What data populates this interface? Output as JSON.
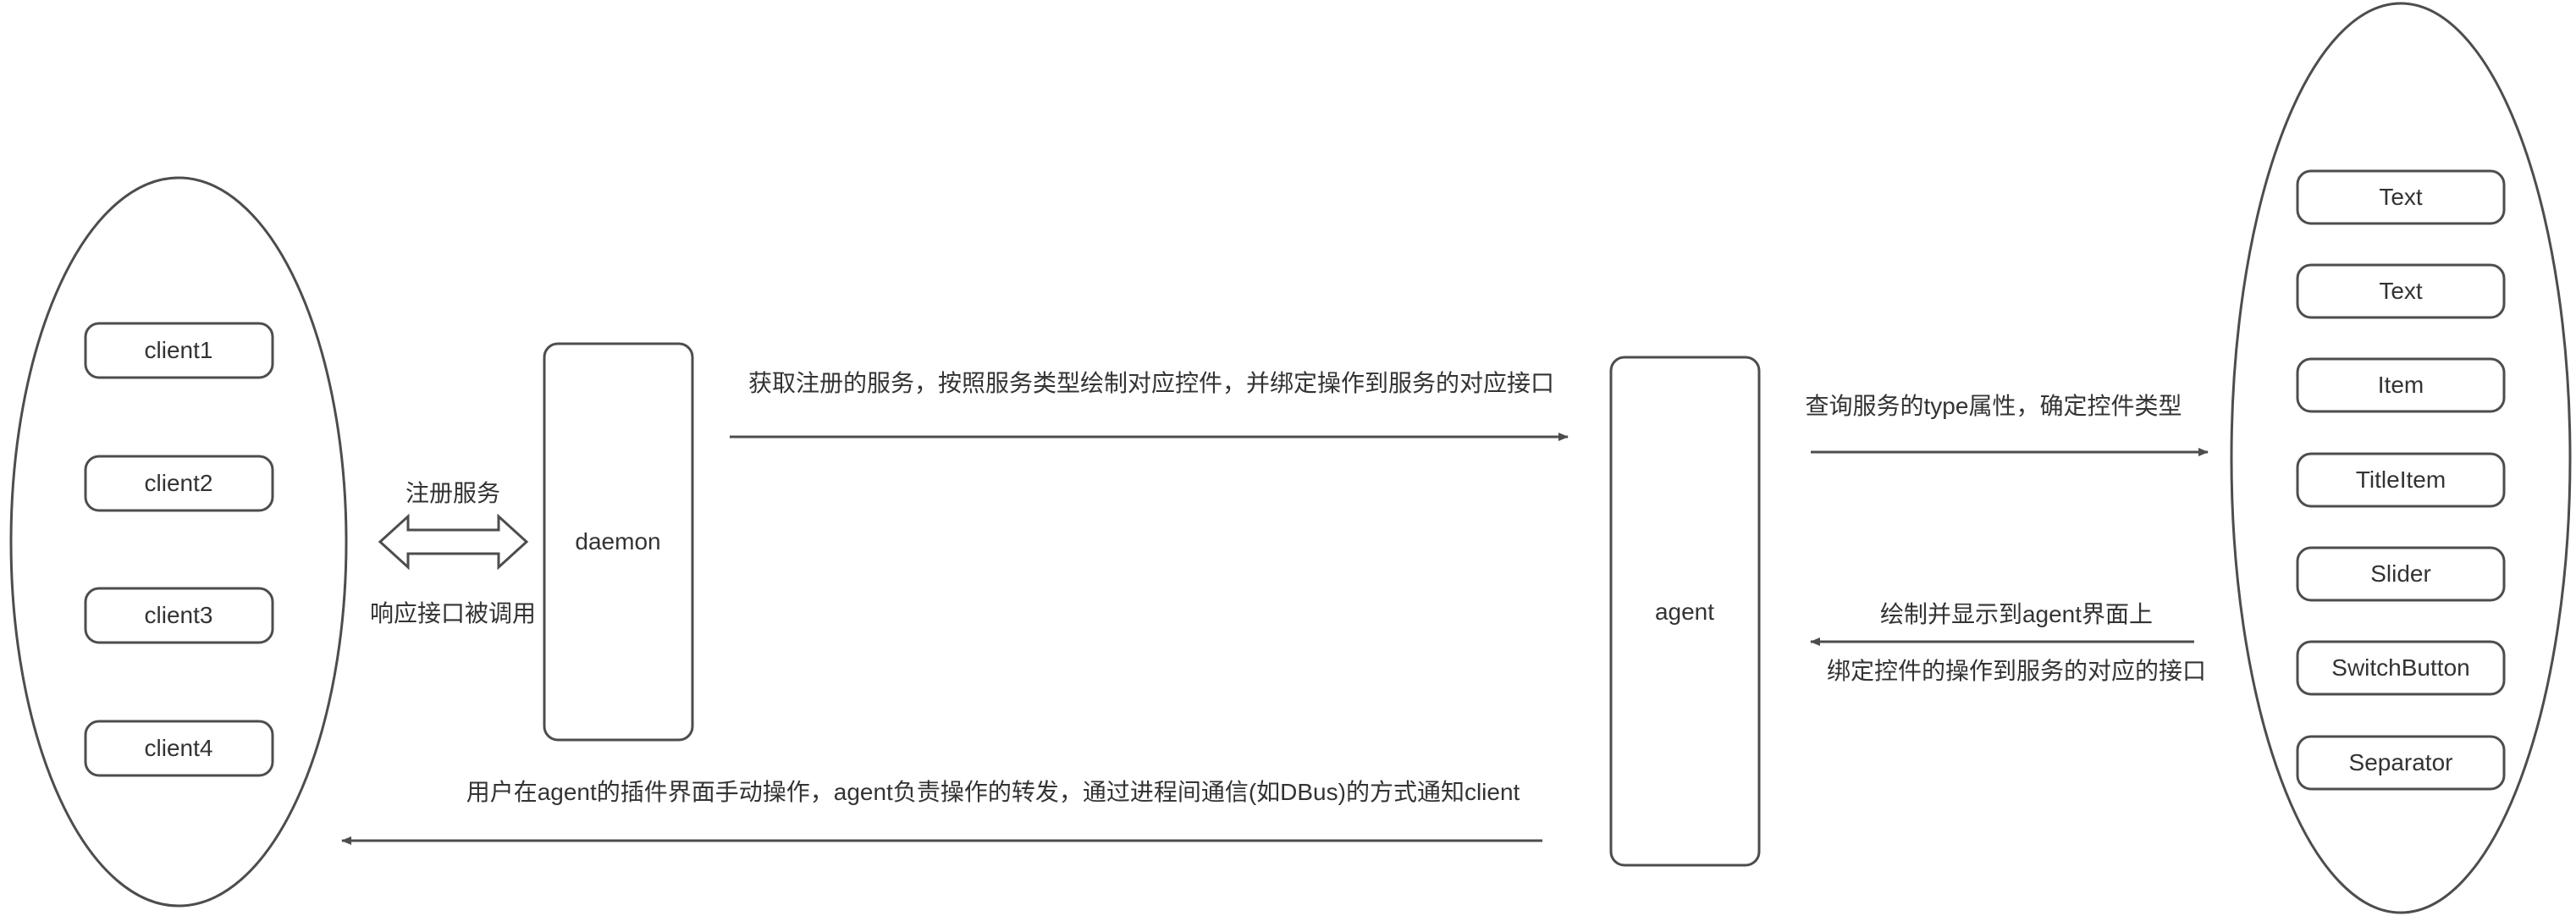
{
  "clients": [
    "client1",
    "client2",
    "client3",
    "client4"
  ],
  "daemon": "daemon",
  "agent": "agent",
  "widgets": [
    "Text",
    "Text",
    "Item",
    "TitleItem",
    "Slider",
    "SwitchButton",
    "Separator"
  ],
  "edges": {
    "register_top": "注册服务",
    "register_bottom": "响应接口被调用",
    "daemon_to_agent": "获取注册的服务，按照服务类型绘制对应控件，并绑定操作到服务的对应接口",
    "agent_to_widgets": "查询服务的type属性，确定控件类型",
    "widgets_to_agent_top": "绘制并显示到agent界面上",
    "widgets_to_agent_bottom": "绑定控件的操作到服务的对应的接口",
    "agent_to_clients": "用户在agent的插件界面手动操作，agent负责操作的转发，通过进程间通信(如DBus)的方式通知client"
  },
  "colors": {
    "stroke": "#4d4d4d",
    "text": "#333333",
    "background": "#ffffff"
  }
}
